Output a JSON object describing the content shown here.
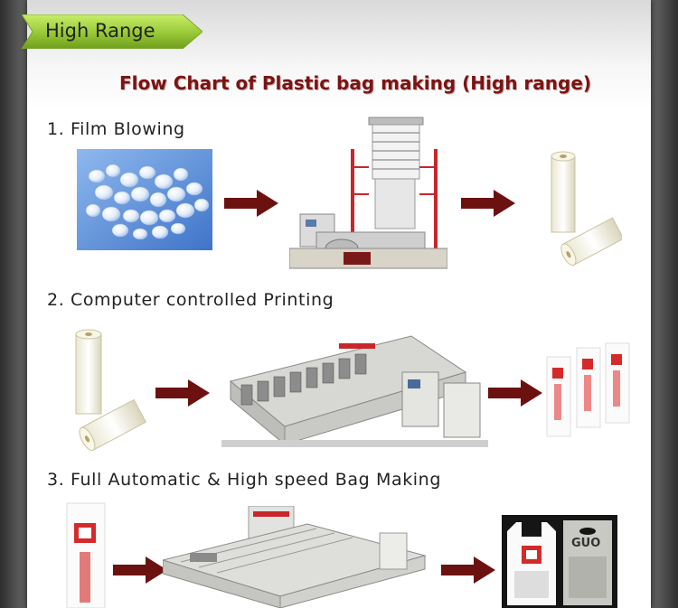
{
  "tag": {
    "label": "High Range",
    "color": "#9ccc3a"
  },
  "title": "Flow Chart of Plastic bag making (High range)",
  "steps": [
    {
      "label": "1. Film Blowing"
    },
    {
      "label": "2. Computer controlled Printing"
    },
    {
      "label": "3.  Full Automatic & High speed Bag Making"
    }
  ],
  "arrow_color": "#6b1210",
  "printed_text": {
    "bag_brand": "GUO"
  }
}
